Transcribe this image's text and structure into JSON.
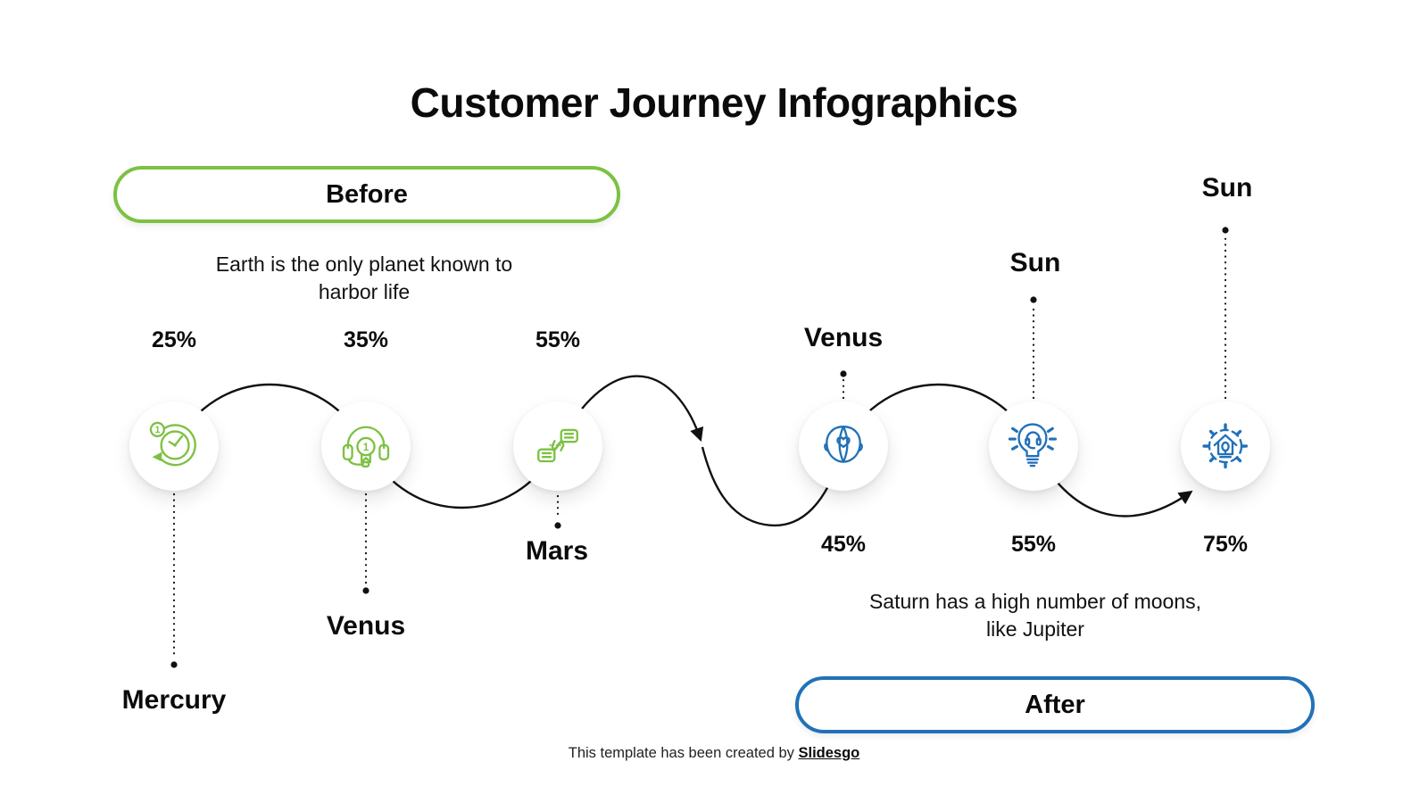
{
  "slide": {
    "title": "Customer Journey Infographics",
    "footer": {
      "text": "This template has been created by ",
      "brand": "Slidesgo"
    }
  },
  "colors": {
    "green": "#7dc142",
    "blue": "#2171b8",
    "line": "#111111",
    "text": "#0d0d0d"
  },
  "before": {
    "label": "Before",
    "description_line1": "Earth is the only planet known to",
    "description_line2": "harbor life"
  },
  "after": {
    "label": "After",
    "description_line1": "Saturn has a high number of moons,",
    "description_line2": "like Jupiter"
  },
  "steps": [
    {
      "percent": "25%",
      "planet": "Mercury",
      "icon": "clock-first-response-icon",
      "color": "green"
    },
    {
      "percent": "35%",
      "planet": "Venus",
      "icon": "headset-award-icon",
      "color": "green"
    },
    {
      "percent": "55%",
      "planet": "Mars",
      "icon": "feedback-thumbs-icon",
      "color": "green"
    },
    {
      "percent": "45%",
      "planet": "Venus",
      "icon": "empathy-face-heart-icon",
      "color": "blue"
    },
    {
      "percent": "55%",
      "planet": "Sun",
      "icon": "idea-bulb-headset-icon",
      "color": "blue"
    },
    {
      "percent": "75%",
      "planet": "Sun",
      "icon": "gear-house-icon",
      "color": "blue"
    }
  ]
}
